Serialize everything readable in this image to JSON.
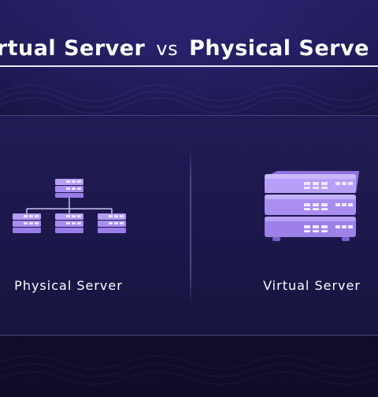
{
  "title": {
    "left": "irtual Server",
    "vs": "vs",
    "right": "Physical Serve"
  },
  "panels": {
    "left_label": "Physical Server",
    "right_label": "Virtual Server"
  },
  "colors": {
    "background": "#151236",
    "panel": "#1d1850",
    "icon_purple": "#a88cf0",
    "icon_dark": "#7a5fd0",
    "text": "#ffffff"
  },
  "icons": {
    "left": "server-network-icon",
    "right": "server-stack-icon"
  }
}
